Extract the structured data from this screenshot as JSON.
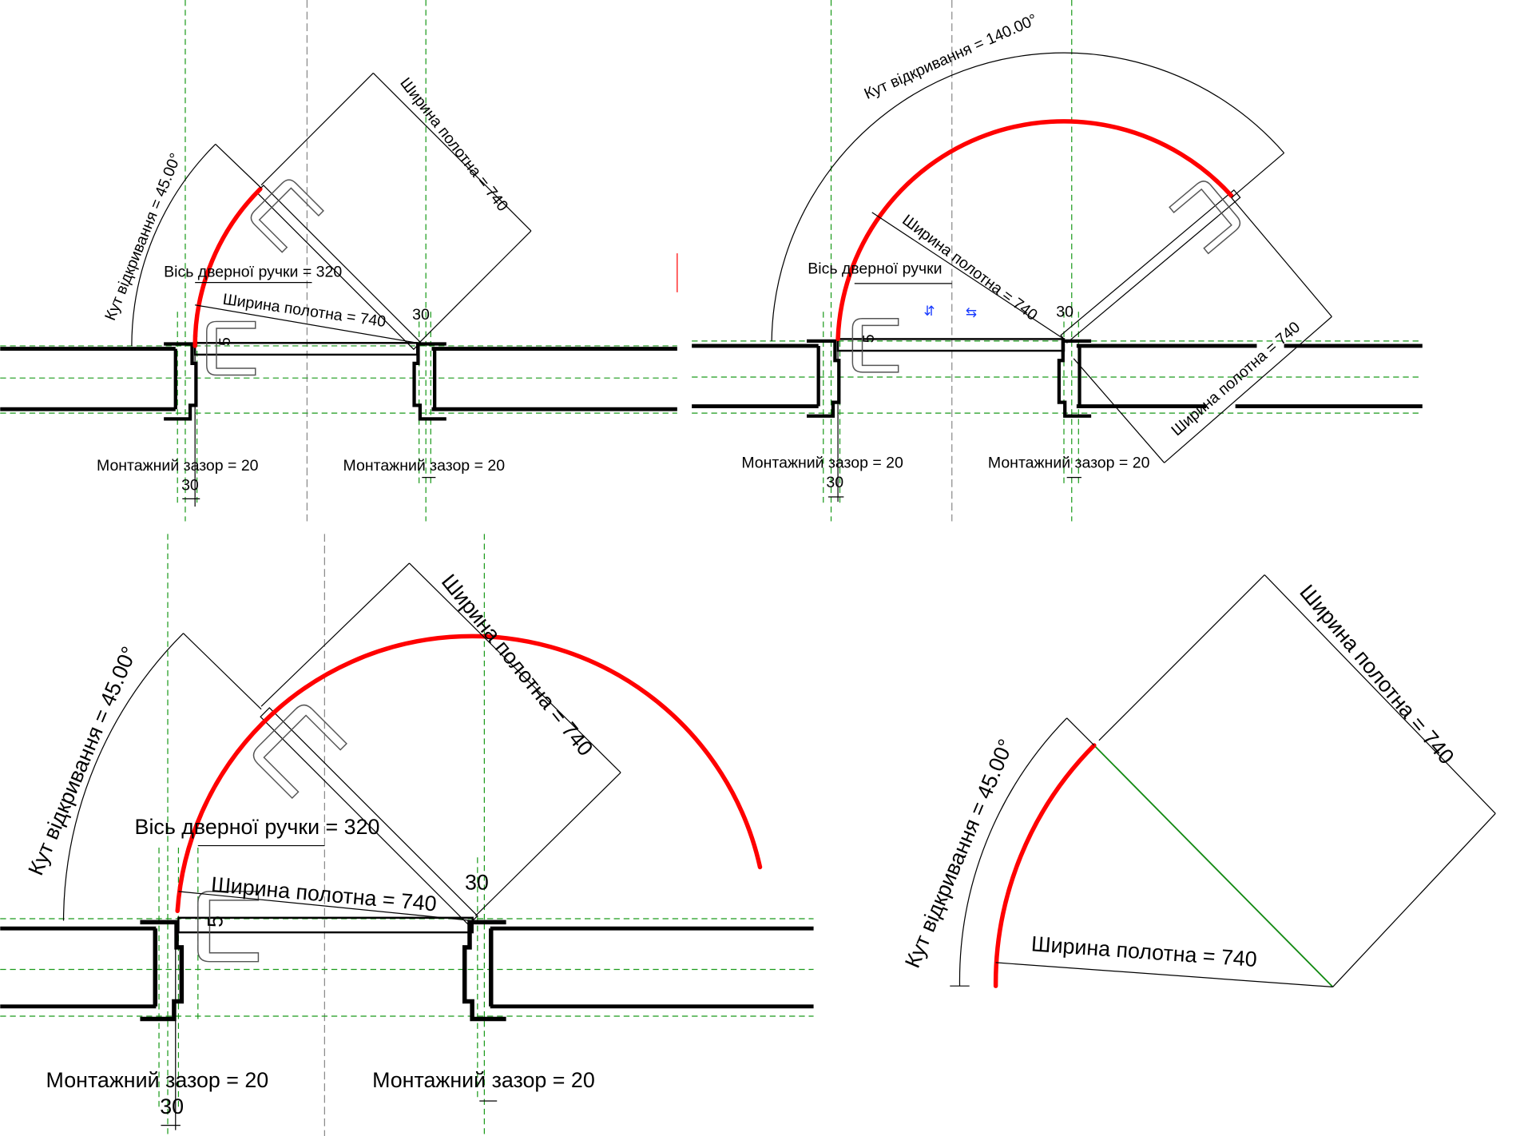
{
  "colors": {
    "swing_arc": "#ff0000",
    "reference_planes": "#1a9a1a",
    "lines": "#000000",
    "leaf_line": "#138a13"
  },
  "panels": {
    "p1": {
      "angle_label": "Кут відкривання = 45.00°",
      "leaf_width_label": "Ширина полотна = 740",
      "leaf_width_label_2": "Ширина полотна = 740",
      "handle_axis_label": "Вісь дверної ручки = 320",
      "gap_left": "Монтажний зазор = 20",
      "gap_right": "Монтажний зазор = 20",
      "dim_30_top": "30",
      "dim_30_bottom": "30",
      "dim_5": "5"
    },
    "p2": {
      "angle_label": "Кут відкривання = 140.00°",
      "leaf_width_label": "Ширина полотна = 740",
      "leaf_width_label_2": "Ширина полотна = 740",
      "handle_axis_label": "Вісь дверної ручки",
      "gap_left": "Монтажний зазор = 20",
      "gap_right": "Монтажний зазор = 20",
      "dim_30_top": "30",
      "dim_30_bottom": "30",
      "dim_5": "5",
      "flip_vertical_icon": "⇵",
      "flip_horizontal_icon": "⇆"
    },
    "p3": {
      "angle_label": "Кут відкривання = 45.00°",
      "leaf_width_label": "Ширина полотна = 740",
      "leaf_width_label_2": "Ширина полотна = 740",
      "handle_axis_label": "Вісь дверної ручки = 320",
      "gap_left": "Монтажний зазор = 20",
      "gap_right": "Монтажний зазор = 20",
      "dim_30_top": "30",
      "dim_30_bottom": "30",
      "dim_5": "5"
    },
    "p4": {
      "angle_label": "Кут відкривання = 45.00°",
      "leaf_width_label": "Ширина полотна = 740",
      "leaf_width_label_2": "Ширина полотна = 740"
    }
  }
}
